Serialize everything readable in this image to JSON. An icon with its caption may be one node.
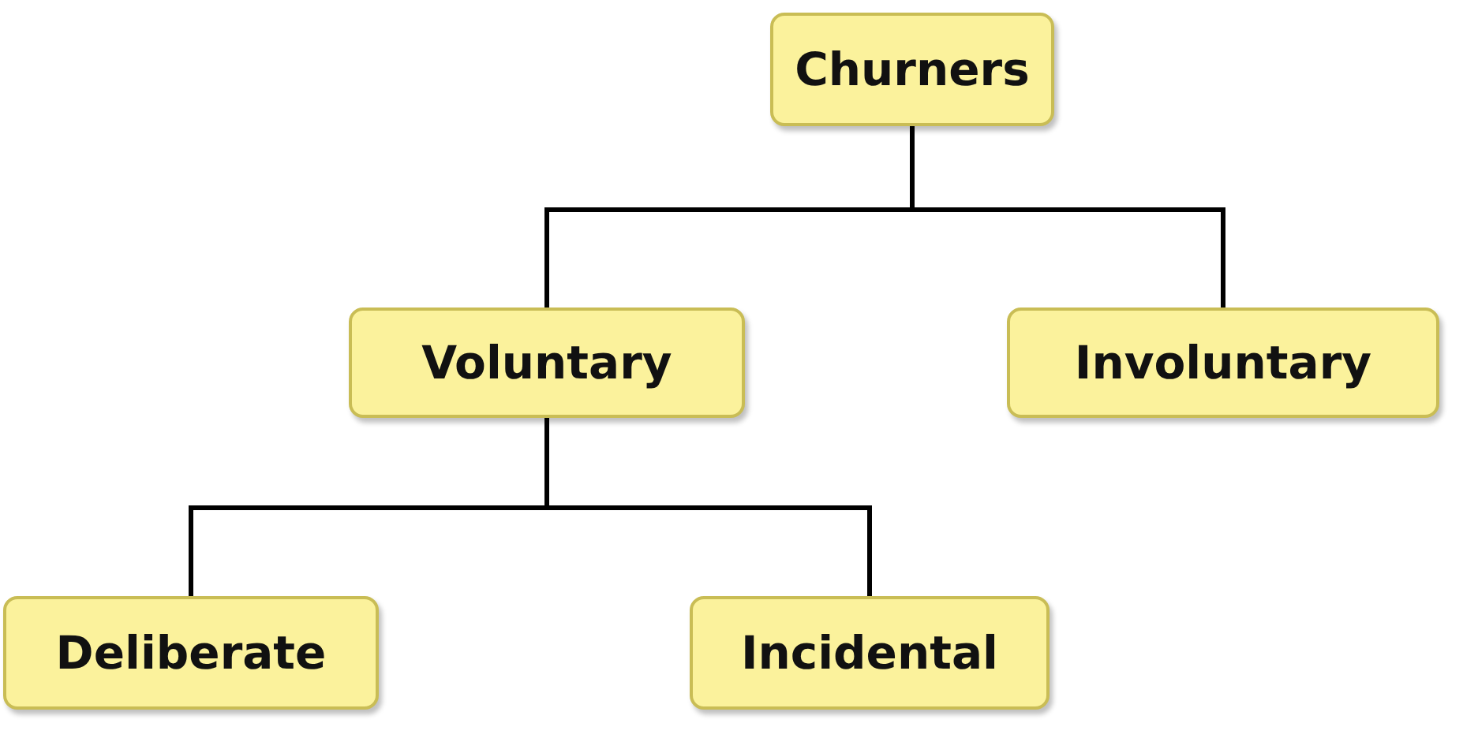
{
  "diagram": {
    "nodes": [
      {
        "text": [
          "Churners"
        ]
      },
      {
        "text": [
          "Voluntary"
        ]
      },
      {
        "text": [
          "Involuntary"
        ]
      },
      {
        "text": [
          "Deliberate"
        ]
      },
      {
        "text": [
          "Incidental"
        ]
      }
    ],
    "edges": [
      {
        "from": 0,
        "to": 1,
        "arrow": "none"
      },
      {
        "from": 0,
        "to": 2,
        "arrow": "none"
      },
      {
        "from": 1,
        "to": 3,
        "arrow": "none"
      },
      {
        "from": 1,
        "to": 4,
        "arrow": "none"
      }
    ]
  }
}
